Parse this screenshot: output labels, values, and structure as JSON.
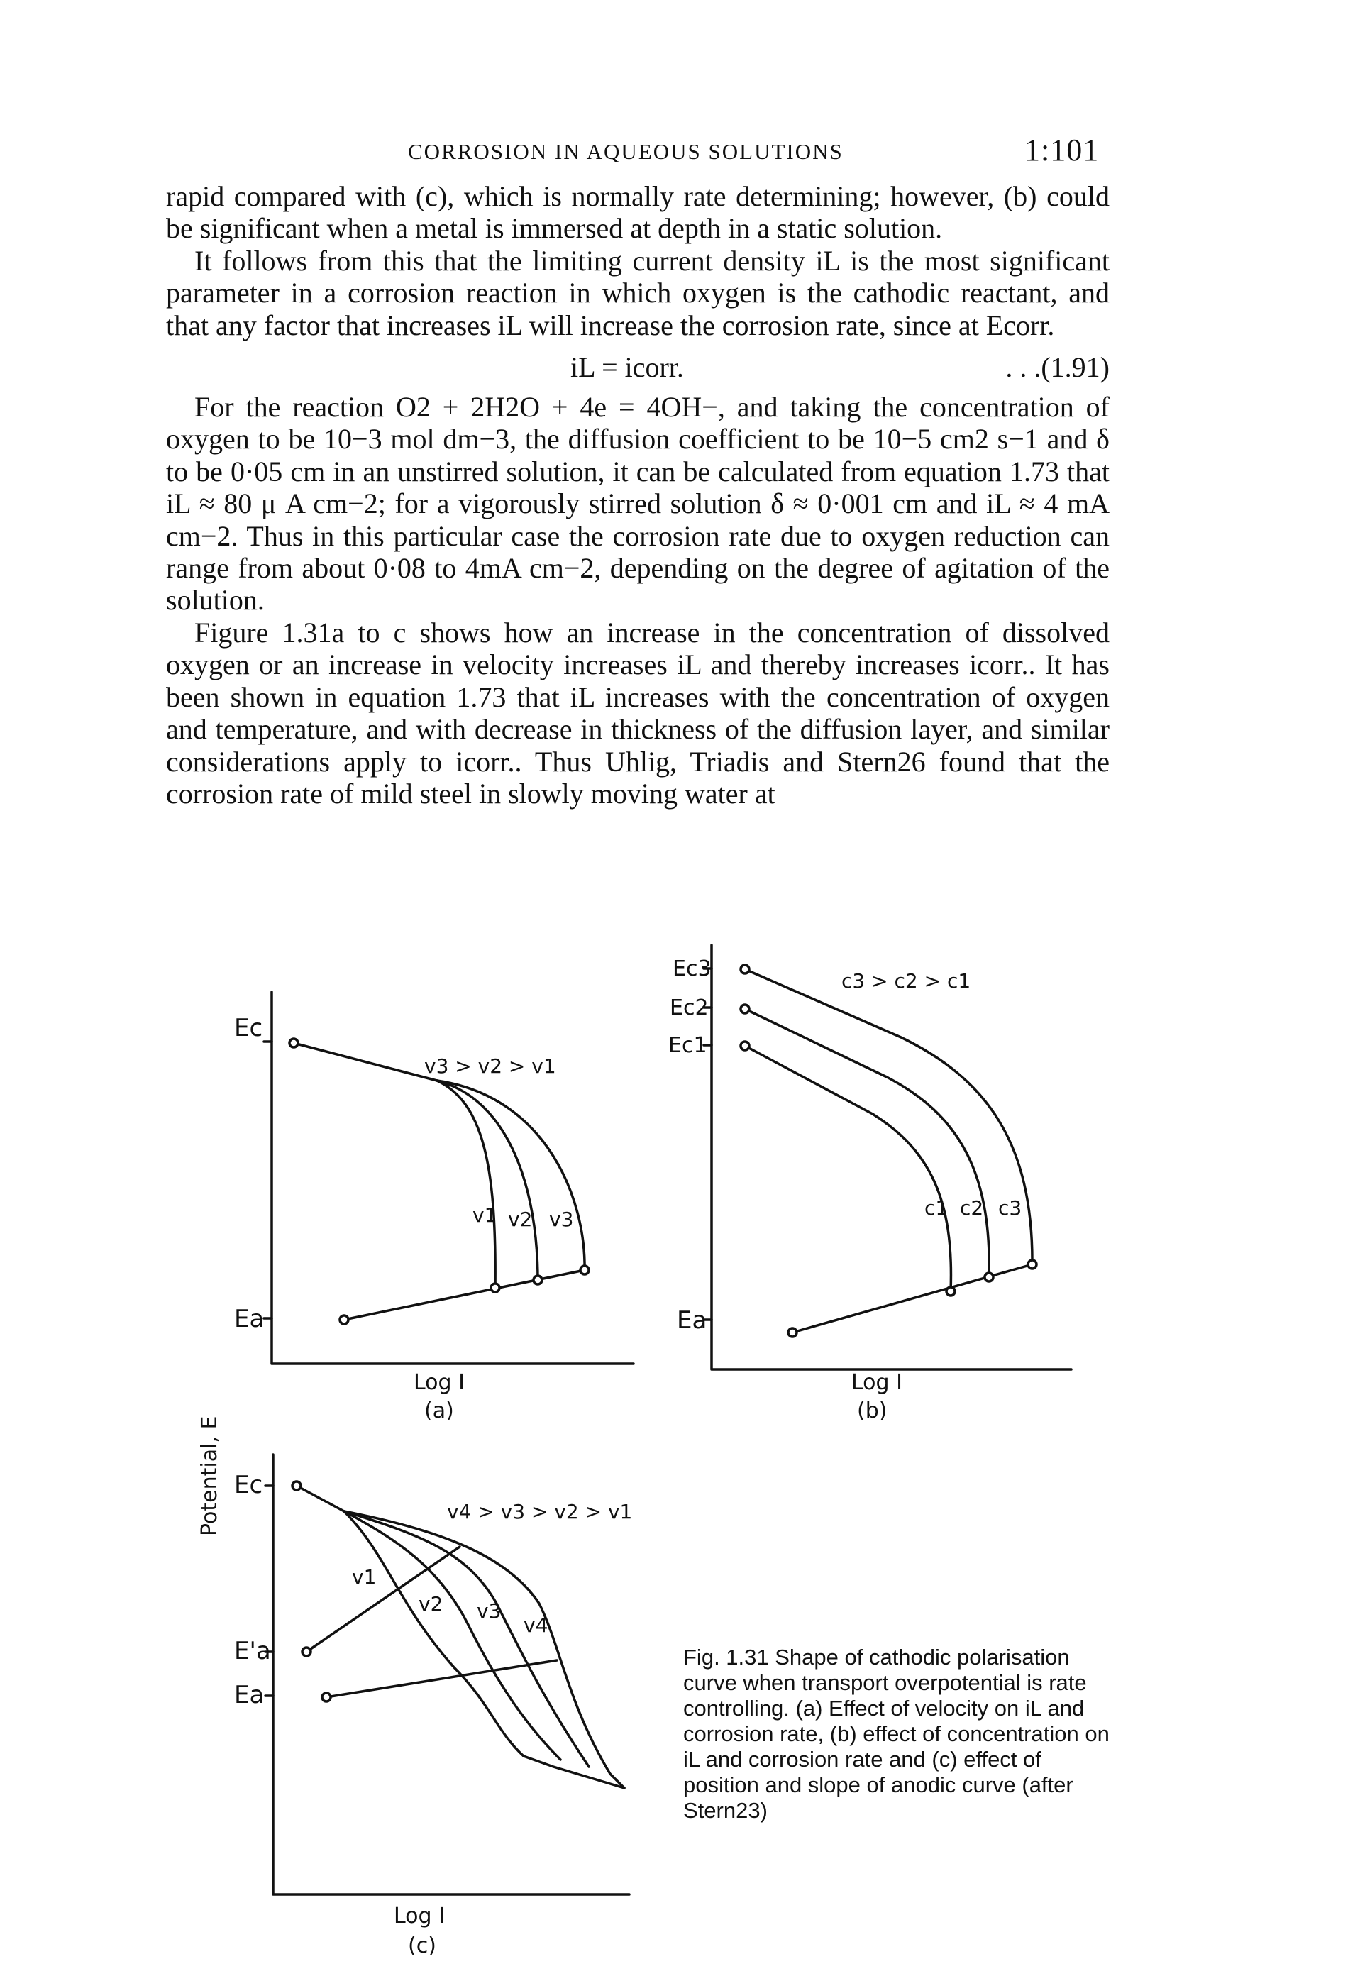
{
  "header": {
    "running_head": "CORROSION IN AQUEOUS SOLUTIONS",
    "page_number": "1:101"
  },
  "body": {
    "p1": "rapid compared with (c), which is normally rate determining; however, (b) could be significant when a metal is immersed at depth in a static solution.",
    "p2": "It follows from this that the limiting current density iL is the most significant parameter in a corrosion reaction in which oxygen is the cathodic reactant, and that any factor that increases iL will increase the corrosion rate, since at Ecorr.",
    "equation": "iL = icorr.",
    "equation_number": ". . .(1.91)",
    "p3": "For the reaction O2 + 2H2O + 4e = 4OH−, and taking the concentration of oxygen to be 10−3 mol dm−3, the diffusion coefficient to be 10−5 cm2 s−1 and δ to be 0·05 cm in an unstirred solution, it can be calculated from equation 1.73 that iL ≈ 80 μ A cm−2; for a vigorously stirred solution δ ≈ 0·001 cm and iL ≈ 4 mA cm−2. Thus in this particular case the corrosion rate due to oxygen reduction can range from about 0·08 to 4mA cm−2, depending on the degree of agitation of the solution.",
    "p4": "Figure 1.31a to c shows how an increase in the concentration of dissolved oxygen or an increase in velocity increases iL and thereby increases icorr.. It has been shown in equation 1.73 that iL increases with the concentration of oxygen and temperature, and with decrease in thickness of the diffusion layer, and similar considerations apply to icorr.. Thus Uhlig, Triadis and Stern26 found that the corrosion rate of mild steel in slowly moving water at"
  },
  "figure": {
    "shared_ylabel": "Potential, E",
    "panel_a": {
      "ec_label": "Ec",
      "ea_label": "Ea",
      "inequality": "v3 > v2 > v1",
      "curve_labels": [
        "v1",
        "v2",
        "v3"
      ],
      "xlabel": "Log I",
      "tag": "(a)"
    },
    "panel_b": {
      "ec_labels": [
        "Ec3",
        "Ec2",
        "Ec1"
      ],
      "ea_label": "Ea",
      "inequality": "c3 > c2 > c1",
      "curve_labels": [
        "c1",
        "c2",
        "c3"
      ],
      "xlabel": "Log I",
      "tag": "(b)"
    },
    "panel_c": {
      "ec_label": "Ec",
      "ea_prime_label": "E'a",
      "ea_label": "Ea",
      "inequality": "v4 > v3 > v2 > v1",
      "curve_labels": [
        "v1",
        "v2",
        "v3",
        "v4"
      ],
      "xlabel": "Log I",
      "tag": "(c)"
    },
    "caption": "Fig. 1.31 Shape of cathodic polarisation curve when transport overpotential is rate controlling. (a) Effect of velocity on iL and corrosion rate, (b) effect of concentration on iL and corrosion rate and (c) effect of position and slope of anodic curve (after Stern23)"
  }
}
